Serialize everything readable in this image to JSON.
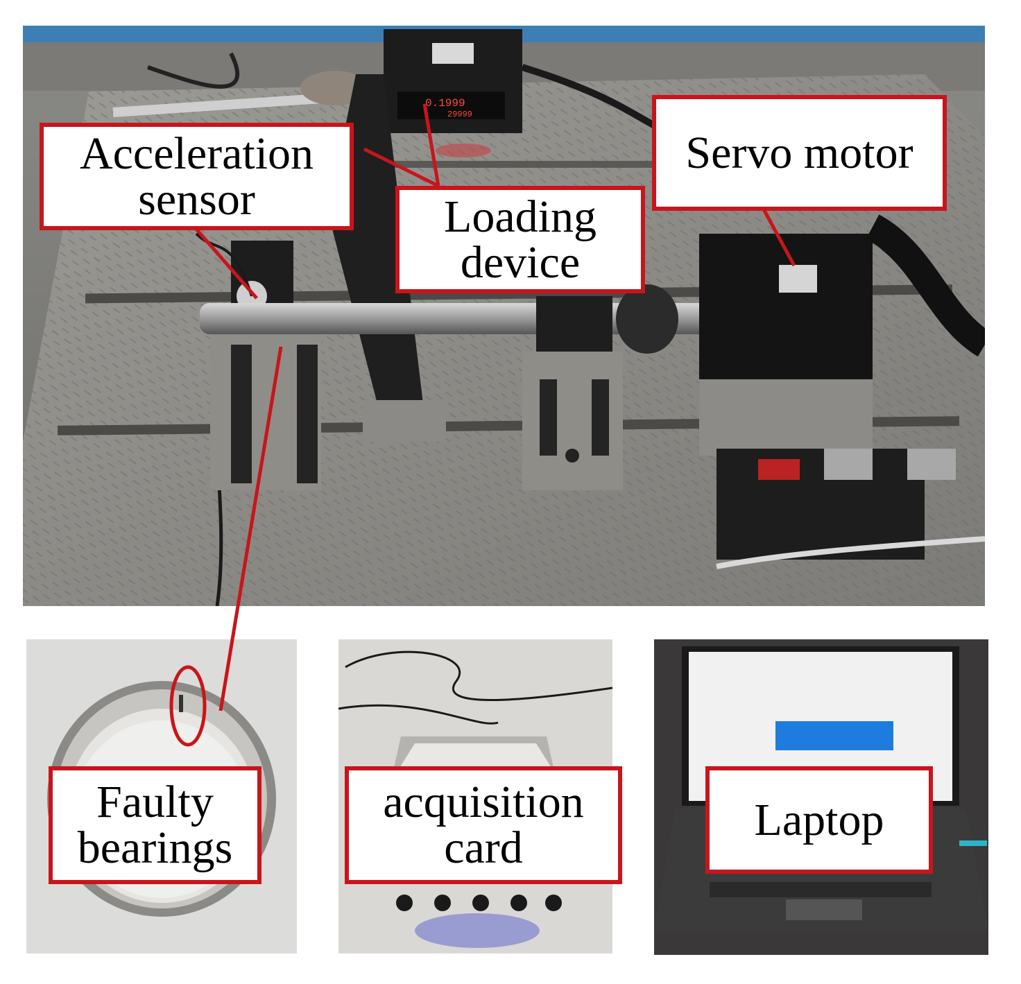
{
  "colors": {
    "callout_border": "#c8151b",
    "callout_fill": "#ffffff",
    "text": "#000000"
  },
  "photos": {
    "test_rig": {
      "description_icon": "test-rig-photo"
    },
    "bearing": {
      "description_icon": "bearing-photo"
    },
    "acquisition_card": {
      "description_icon": "acquisition-card-photo"
    },
    "laptop": {
      "description_icon": "laptop-photo"
    }
  },
  "labels": {
    "acceleration_sensor": {
      "line1": "Acceleration",
      "line2": "sensor"
    },
    "loading_device": {
      "line1": "Loading",
      "line2": "device"
    },
    "servo_motor": {
      "line1": "Servo motor"
    },
    "faulty_bearings": {
      "line1": "Faulty",
      "line2": "bearings"
    },
    "acquisition_card": {
      "line1": "acquisition",
      "line2": "card"
    },
    "laptop": {
      "line1": "Laptop"
    }
  },
  "display_readout": {
    "top": "0.1999",
    "bottom": "29999"
  }
}
